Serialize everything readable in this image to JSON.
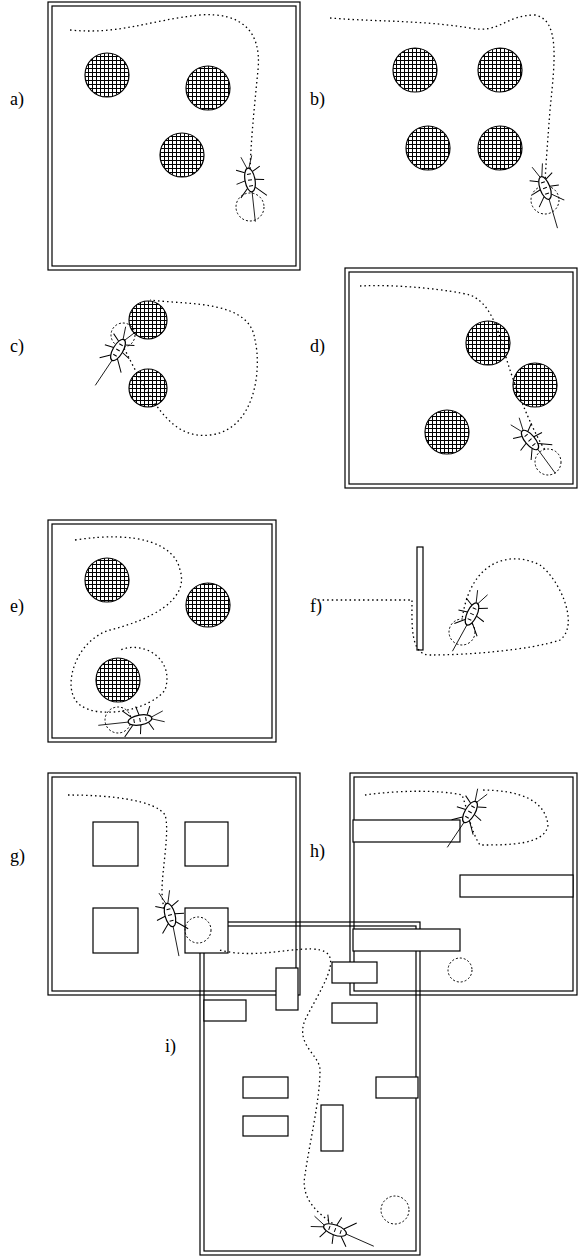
{
  "diagram": {
    "labels": [
      "a)",
      "b)",
      "c)",
      "d)",
      "e)",
      "f)",
      "g)",
      "h)",
      "i)"
    ]
  }
}
